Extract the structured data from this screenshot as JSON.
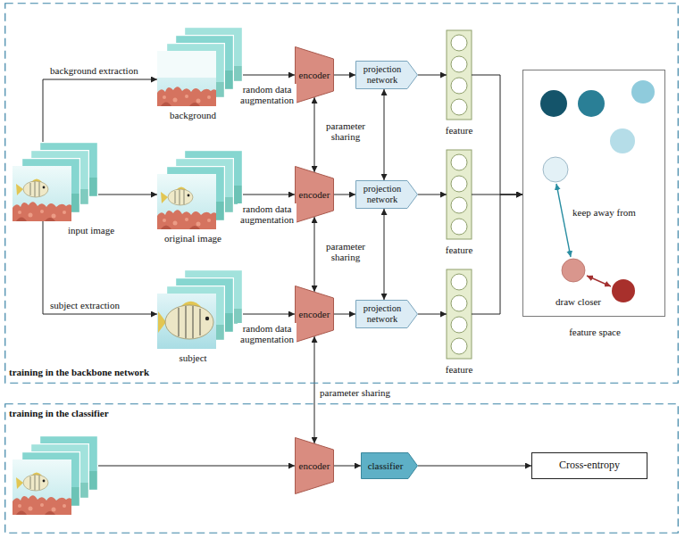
{
  "diagram": {
    "nodes": [
      {
        "text": [
          "training in the backbone network"
        ]
      },
      {
        "text": [
          "input image"
        ],
        "in": 0
      },
      {
        "text": [
          "background"
        ],
        "in": 0
      },
      {
        "text": [
          "original image"
        ],
        "in": 0
      },
      {
        "text": [
          "subject"
        ],
        "in": 0
      },
      {
        "text": [
          "encoder"
        ],
        "in": 0
      },
      {
        "text": [
          "projection network"
        ],
        "in": 0
      },
      {
        "text": [
          "feature"
        ],
        "in": 0
      },
      {
        "text": [
          "encoder"
        ],
        "in": 0
      },
      {
        "text": [
          "projection network"
        ],
        "in": 0
      },
      {
        "text": [
          "feature"
        ],
        "in": 0
      },
      {
        "text": [
          "encoder"
        ],
        "in": 0
      },
      {
        "text": [
          "projection network"
        ],
        "in": 0
      },
      {
        "text": [
          "feature"
        ],
        "in": 0
      },
      {
        "text": [
          "feature space"
        ],
        "in": 0
      },
      {
        "text": [
          "training in the classifier"
        ]
      },
      {
        "text": [
          "encoder"
        ],
        "in": 15
      },
      {
        "text": [
          "classifier"
        ],
        "in": 15
      },
      {
        "text": [
          "Cross-entropy"
        ],
        "in": 15
      }
    ],
    "edges": [
      {
        "from": 1,
        "to": 2,
        "arrow": "to",
        "label": "background extraction"
      },
      {
        "from": 1,
        "to": 3,
        "arrow": "to"
      },
      {
        "from": 1,
        "to": 4,
        "arrow": "to",
        "label": "subject extraction"
      },
      {
        "from": 2,
        "to": 5,
        "arrow": "to",
        "label": "random data augmentation"
      },
      {
        "from": 3,
        "to": 8,
        "arrow": "to",
        "label": "random data augmentation"
      },
      {
        "from": 4,
        "to": 11,
        "arrow": "to",
        "label": "random data augmentation"
      },
      {
        "from": 5,
        "to": 6,
        "arrow": "to"
      },
      {
        "from": 6,
        "to": 7,
        "arrow": "to"
      },
      {
        "from": 8,
        "to": 9,
        "arrow": "to"
      },
      {
        "from": 9,
        "to": 10,
        "arrow": "to"
      },
      {
        "from": 11,
        "to": 12,
        "arrow": "to"
      },
      {
        "from": 12,
        "to": 13,
        "arrow": "to"
      },
      {
        "from": 7,
        "to": 14,
        "arrow": "to"
      },
      {
        "from": 10,
        "to": 14,
        "arrow": "to"
      },
      {
        "from": 13,
        "to": 14,
        "arrow": "to"
      },
      {
        "from": 5,
        "to": 8,
        "arrow": "both",
        "label": "parameter sharing"
      },
      {
        "from": 8,
        "to": 11,
        "arrow": "both",
        "label": "parameter sharing"
      },
      {
        "from": 11,
        "to": 16,
        "arrow": "both",
        "label": "parameter sharing"
      },
      {
        "from": 6,
        "to": 9,
        "arrow": "both"
      },
      {
        "from": 9,
        "to": 12,
        "arrow": "both"
      },
      {
        "from": 16,
        "to": 17,
        "arrow": "to"
      },
      {
        "from": 17,
        "to": 18,
        "arrow": "to"
      }
    ],
    "labels": [
      "keep away from",
      "draw closer"
    ]
  }
}
